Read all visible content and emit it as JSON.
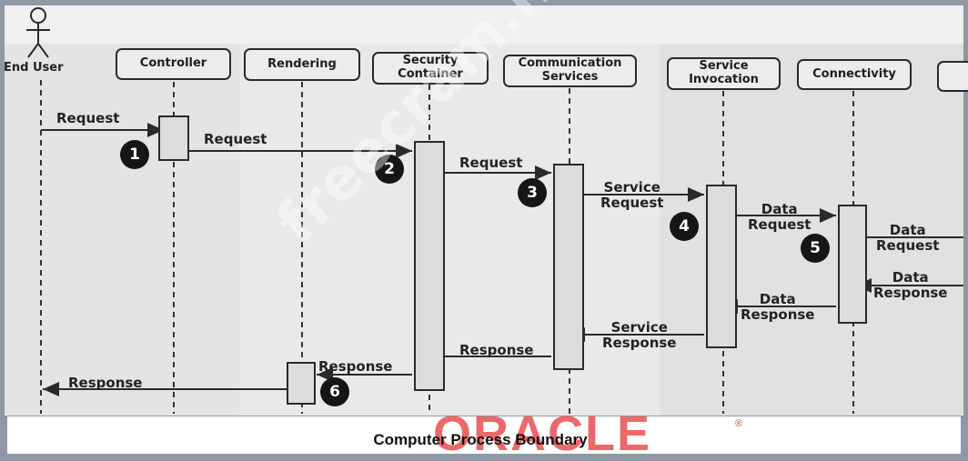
{
  "actor": {
    "label": "End User"
  },
  "lifelines": [
    {
      "id": "controller",
      "label": "Controller"
    },
    {
      "id": "rendering",
      "label": "Rendering"
    },
    {
      "id": "security",
      "label": "Security\nContainer"
    },
    {
      "id": "communication",
      "label": "Communication\nServices"
    },
    {
      "id": "service",
      "label": "Service\nInvocation"
    },
    {
      "id": "connectivity",
      "label": "Connectivity"
    }
  ],
  "messages": {
    "m1": "Request",
    "m2": "Request",
    "m3": "Request",
    "m4": "Service\nRequest",
    "m5": "Data\nRequest",
    "m6": "Data\nRequest",
    "m7": "Data\nResponse",
    "m8": "Data\nResponse",
    "m9": "Service\nResponse",
    "m10": "Response",
    "m11": "Response",
    "m12": "Response"
  },
  "steps": {
    "s1": "1",
    "s2": "2",
    "s3": "3",
    "s4": "4",
    "s5": "5",
    "s6": "6"
  },
  "boundary_label": "Computer Process Boundary",
  "brand": "ORACLE",
  "brand_mark": "®",
  "watermark": "freecram.net",
  "colors": {
    "background": "#8f99a5",
    "lane": "#e6e6e6",
    "brand": "#e64040"
  }
}
